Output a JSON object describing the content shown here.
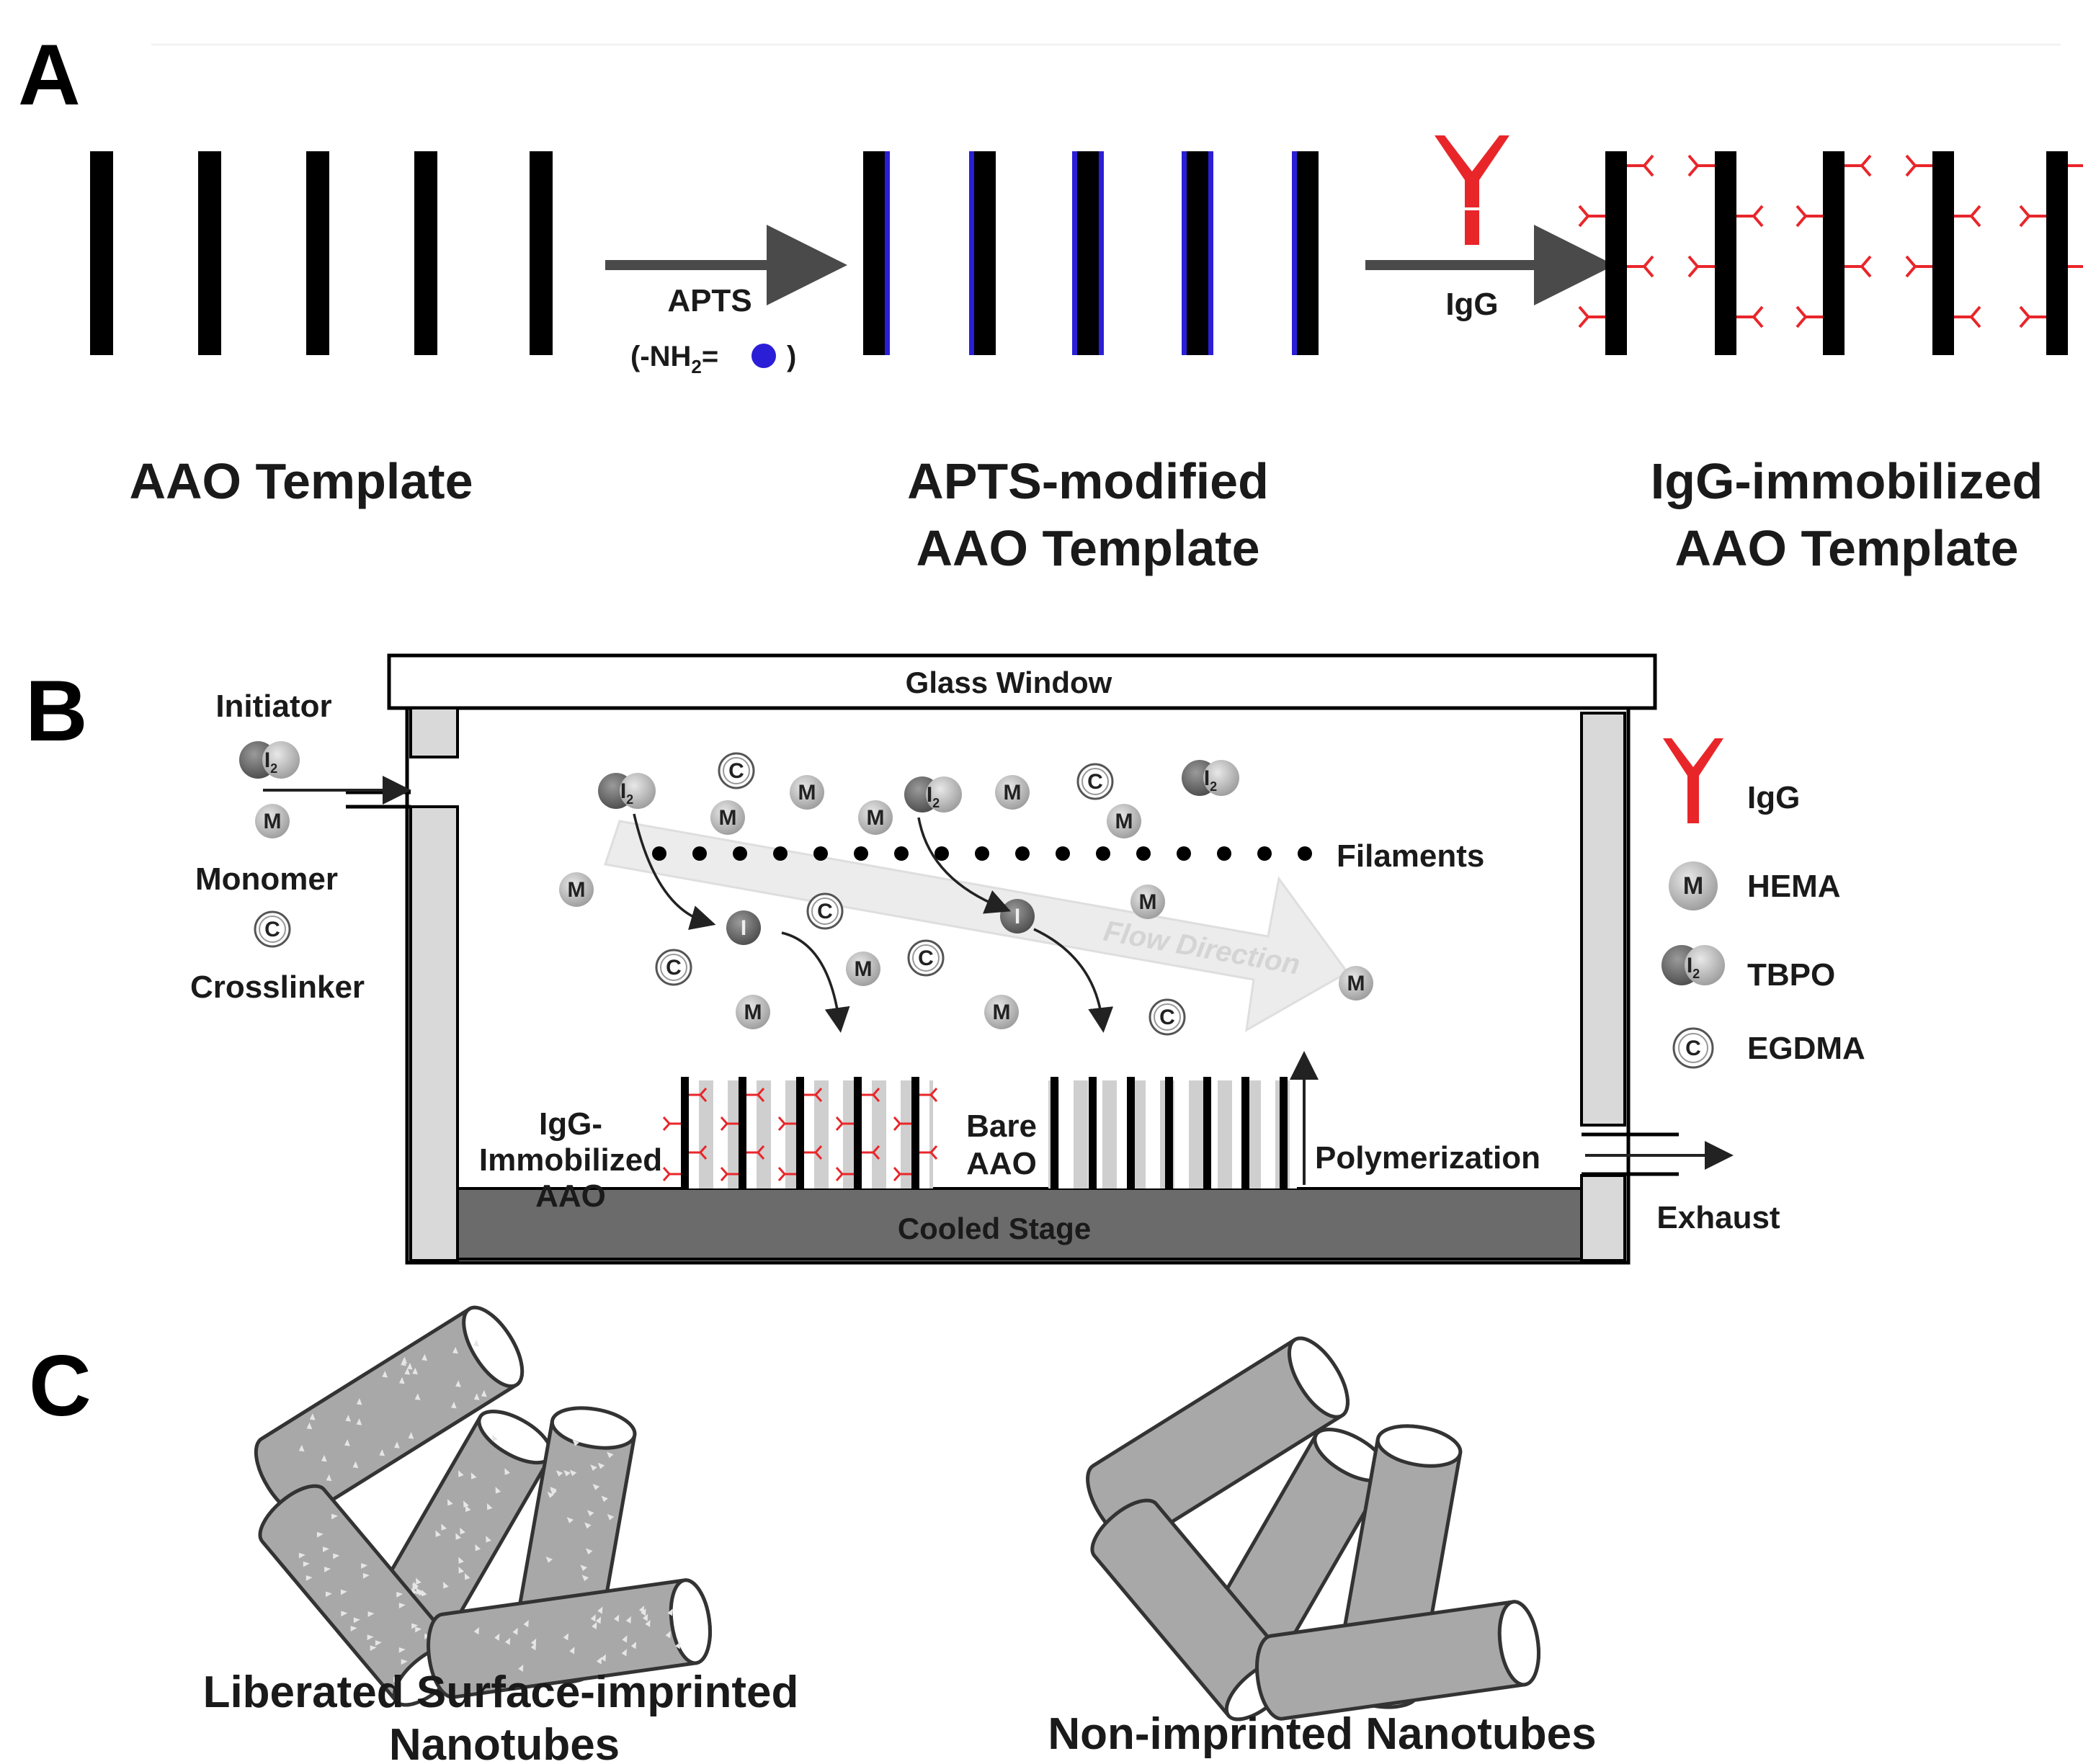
{
  "panel_a": {
    "letter": "A",
    "reagent_1": "APTS",
    "reagent_1_formula_prefix": "(-NH",
    "reagent_1_formula_sub": "2",
    "reagent_1_formula_eq": "=",
    "reagent_1_formula_close": ")",
    "reagent_2": "IgG",
    "label_1": "AAO Template",
    "label_2_line1": "APTS-modified",
    "label_2_line2": "AAO Template",
    "label_3_line1": "IgG-immobilized",
    "label_3_line2": "AAO Template",
    "colors": {
      "wall": "#000000",
      "apts": "#2a1fd6",
      "igg": "#e8262a",
      "arrow": "#4a4a4a"
    }
  },
  "panel_b": {
    "letter": "B",
    "glass_window": "Glass Window",
    "initiator": "Initiator",
    "monomer": "Monomer",
    "crosslinker": "Crosslinker",
    "filaments": "Filaments",
    "flow_direction": "Flow Direction",
    "igg_aao_line1": "IgG-",
    "igg_aao_line2": "Immobilized",
    "igg_aao_line3": "AAO",
    "bare_aao_line1": "Bare",
    "bare_aao_line2": "AAO",
    "polymerization": "Polymerization",
    "cooled_stage": "Cooled Stage",
    "exhaust": "Exhaust",
    "mol_i2": "I",
    "mol_i2_sub": "2",
    "mol_i": "I",
    "mol_m": "M",
    "mol_c": "C",
    "legend": [
      {
        "symbol": "igg",
        "label": "IgG"
      },
      {
        "symbol": "m",
        "label": "HEMA"
      },
      {
        "symbol": "i2",
        "label": "TBPO"
      },
      {
        "symbol": "c",
        "label": "EGDMA"
      }
    ],
    "colors": {
      "stage": "#6b6b6b",
      "wall": "#d9d9d9",
      "flow_arrow": "#ececec"
    }
  },
  "panel_c": {
    "letter": "C",
    "left_line1": "Liberated Surface-imprinted",
    "left_line2": "Nanotubes",
    "right_label": "Non-imprinted Nanotubes",
    "colors": {
      "tube": "#a8a8a8",
      "tube_end": "#ffffff"
    }
  }
}
